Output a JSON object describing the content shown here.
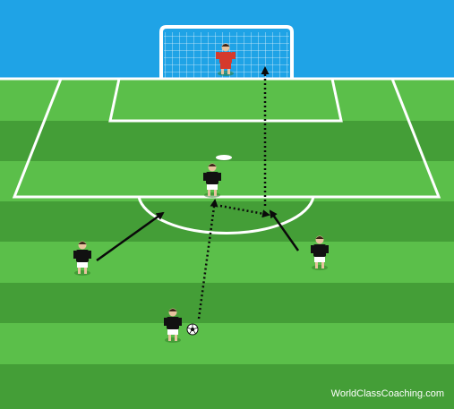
{
  "watermark": "WorldClassCoaching.com",
  "colors": {
    "sky": "#1fa3e6",
    "grass_light": "#5bbf4a",
    "grass_dark": "#449e37",
    "lines": "#ffffff",
    "attacker_shirt": "#111111",
    "attacker_shorts": "#ffffff",
    "goalkeeper_shirt": "#d63a2b",
    "arrow": "#0a0a0a"
  },
  "players": [
    {
      "role": "goalkeeper",
      "team": "defending"
    },
    {
      "role": "central-attacker",
      "team": "attacking"
    },
    {
      "role": "left-attacker",
      "team": "attacking"
    },
    {
      "role": "right-attacker",
      "team": "attacking"
    },
    {
      "role": "ball-carrier",
      "team": "attacking"
    }
  ],
  "movements": [
    {
      "type": "run",
      "style": "solid",
      "from": "left-attacker",
      "to": "left-of-arc"
    },
    {
      "type": "run",
      "style": "solid",
      "from": "right-attacker",
      "to": "right-of-arc"
    },
    {
      "type": "pass",
      "style": "dotted",
      "from": "ball-carrier",
      "to": "central-attacker"
    },
    {
      "type": "pass",
      "style": "dotted",
      "from": "central-attacker",
      "to": "right-of-arc"
    },
    {
      "type": "shot",
      "style": "dotted",
      "from": "right-of-arc",
      "to": "goal"
    }
  ],
  "icons": {
    "ball": "soccer-ball-icon",
    "goal": "goal-net-icon"
  }
}
